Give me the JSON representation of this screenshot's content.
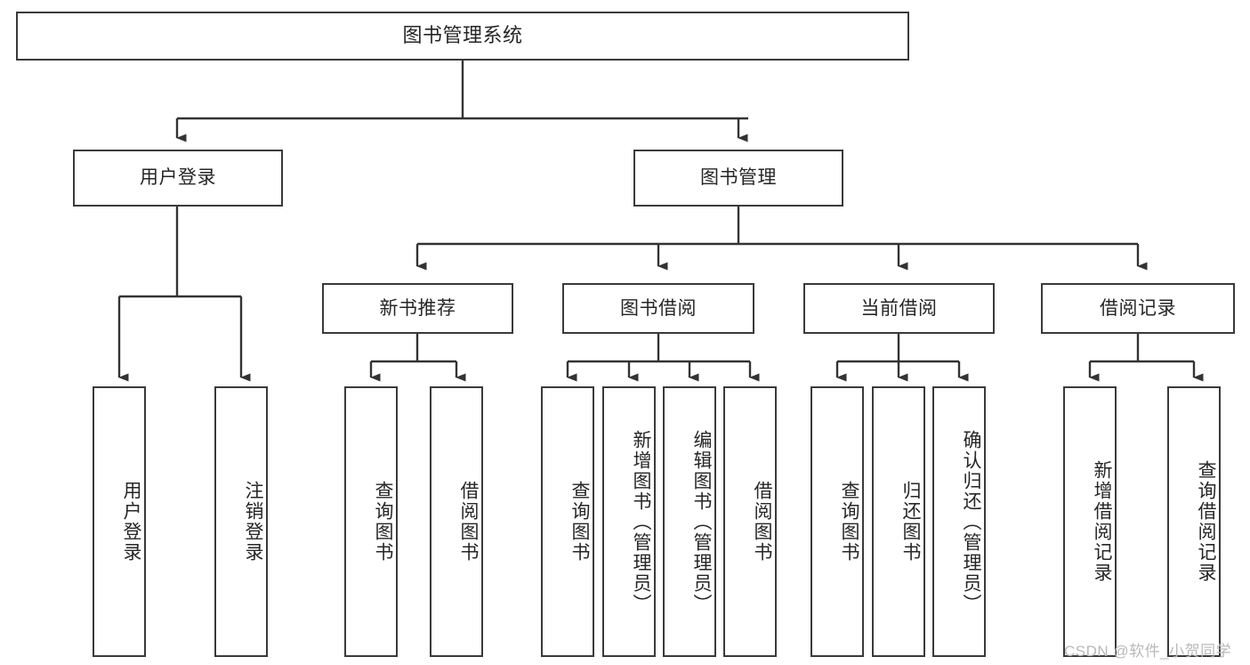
{
  "diagram": {
    "type": "tree-hierarchy",
    "orientation": "top-down",
    "root": {
      "label": "图书管理系统"
    },
    "level2": [
      {
        "label": "用户登录"
      },
      {
        "label": "图书管理"
      }
    ],
    "level3": [
      {
        "label": "新书推荐"
      },
      {
        "label": "图书借阅"
      },
      {
        "label": "当前借阅"
      },
      {
        "label": "借阅记录"
      }
    ],
    "leaves": {
      "user_login": [
        {
          "label": "用户登录"
        },
        {
          "label": "注销登录"
        }
      ],
      "new_book_recommend": [
        {
          "label": "查询图书"
        },
        {
          "label": "借阅图书"
        }
      ],
      "book_borrow": [
        {
          "label": "查询图书"
        },
        {
          "label": "新增图书（管理员）"
        },
        {
          "label": "编辑图书（管理员）"
        },
        {
          "label": "借阅图书"
        }
      ],
      "current_borrow": [
        {
          "label": "查询图书"
        },
        {
          "label": "归还图书"
        },
        {
          "label": "确认归还（管理员）"
        }
      ],
      "borrow_record": [
        {
          "label": "新增借阅记录"
        },
        {
          "label": "查询借阅记录"
        }
      ]
    }
  },
  "watermark": {
    "text": "CSDN @软件_小贺同学"
  },
  "colors": {
    "box_border": "#3a3a3a",
    "box_fill": "#ffffff",
    "text": "#262626",
    "edge": "#333333",
    "watermark": "#b9b9b9"
  }
}
